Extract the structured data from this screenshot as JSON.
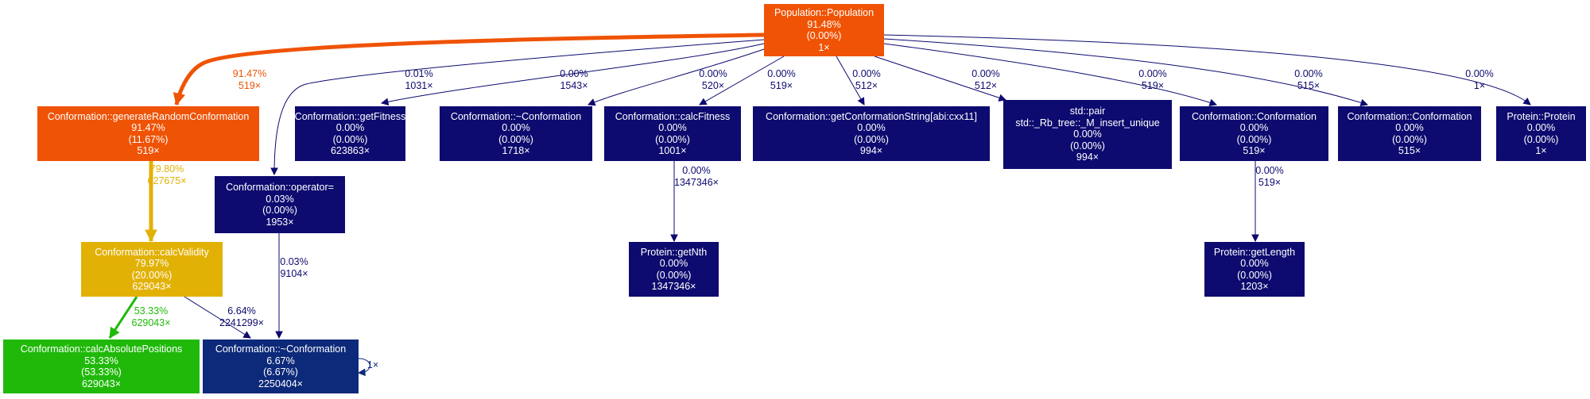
{
  "nodes": {
    "population": {
      "name": "Population::Population",
      "total": "91.48%",
      "self": "(0.00%)",
      "calls": "1×",
      "color": "#f05305"
    },
    "generate": {
      "name": "Conformation::generateRandomConformation",
      "total": "91.47%",
      "self": "(11.67%)",
      "calls": "519×",
      "color": "#ef5306"
    },
    "getFitness": {
      "name": "Conformation::getFitness",
      "total": "0.00%",
      "self": "(0.00%)",
      "calls": "623863×",
      "color": "#0d0b6f"
    },
    "dtor_top": {
      "name": "Conformation::~Conformation",
      "total": "0.00%",
      "self": "(0.00%)",
      "calls": "1718×",
      "color": "#0d0b6f"
    },
    "calcFitness": {
      "name": "Conformation::calcFitness",
      "total": "0.00%",
      "self": "(0.00%)",
      "calls": "1001×",
      "color": "#0d0b6f"
    },
    "getConfString": {
      "name": "Conformation::getConformationString[abi:cxx11]",
      "total": "0.00%",
      "self": "(0.00%)",
      "calls": "994×",
      "color": "#0d0b6f"
    },
    "stdpair": {
      "name": "std::pair",
      "name2": "std::_Rb_tree::_M_insert_unique",
      "total": "0.00%",
      "self": "(0.00%)",
      "calls": "994×",
      "color": "#0d0b6f"
    },
    "ctor1": {
      "name": "Conformation::Conformation",
      "total": "0.00%",
      "self": "(0.00%)",
      "calls": "519×",
      "color": "#0d0b6f"
    },
    "ctor2": {
      "name": "Conformation::Conformation",
      "total": "0.00%",
      "self": "(0.00%)",
      "calls": "515×",
      "color": "#0d0b6f"
    },
    "protein": {
      "name": "Protein::Protein",
      "total": "0.00%",
      "self": "(0.00%)",
      "calls": "1×",
      "color": "#0d0b6f"
    },
    "operatorEq": {
      "name": "Conformation::operator=",
      "total": "0.03%",
      "self": "(0.00%)",
      "calls": "1953×",
      "color": "#0d0b6f"
    },
    "getNth": {
      "name": "Protein::getNth",
      "total": "0.00%",
      "self": "(0.00%)",
      "calls": "1347346×",
      "color": "#0d0b6f"
    },
    "getLength": {
      "name": "Protein::getLength",
      "total": "0.00%",
      "self": "(0.00%)",
      "calls": "1203×",
      "color": "#0d0b6f"
    },
    "calcValidity": {
      "name": "Conformation::calcValidity",
      "total": "79.97%",
      "self": "(20.00%)",
      "calls": "629043×",
      "color": "#e2b106"
    },
    "calcAbsPos": {
      "name": "Conformation::calcAbsolutePositions",
      "total": "53.33%",
      "self": "(53.33%)",
      "calls": "629043×",
      "color": "#20b90a"
    },
    "dtor_bottom": {
      "name": "Conformation::~Conformation",
      "total": "6.67%",
      "self": "(6.67%)",
      "calls": "2250404×",
      "color": "#0d2979"
    }
  },
  "edges": [
    {
      "id": "pop-gen",
      "from": "population",
      "to": "generate",
      "pct": "91.47%",
      "calls": "519×",
      "color": "#ef5306"
    },
    {
      "id": "pop-opeq",
      "from": "population",
      "to": "operatorEq",
      "pct": "0.01%",
      "calls": "1031×",
      "color": "#0d0b6f"
    },
    {
      "id": "pop-getfit",
      "from": "population",
      "to": "getFitness",
      "pct": "0.00%",
      "calls": "1543×",
      "color": "#0d0b6f"
    },
    {
      "id": "pop-dtor",
      "from": "population",
      "to": "dtor_top",
      "pct": "0.00%",
      "calls": "520×",
      "color": "#0d0b6f"
    },
    {
      "id": "pop-calcfit",
      "from": "population",
      "to": "calcFitness",
      "pct": "0.00%",
      "calls": "519×",
      "color": "#0d0b6f"
    },
    {
      "id": "pop-getconf",
      "from": "population",
      "to": "getConfString",
      "pct": "0.00%",
      "calls": "512×",
      "color": "#0d0b6f"
    },
    {
      "id": "pop-stdpair",
      "from": "population",
      "to": "stdpair",
      "pct": "0.00%",
      "calls": "512×",
      "color": "#0d0b6f"
    },
    {
      "id": "pop-ctor1",
      "from": "population",
      "to": "ctor1",
      "pct": "0.00%",
      "calls": "519×",
      "color": "#0d0b6f"
    },
    {
      "id": "pop-ctor2",
      "from": "population",
      "to": "ctor2",
      "pct": "0.00%",
      "calls": "515×",
      "color": "#0d0b6f"
    },
    {
      "id": "pop-protein",
      "from": "population",
      "to": "protein",
      "pct": "0.00%",
      "calls": "1×",
      "color": "#0d0b6f"
    },
    {
      "id": "gen-valid",
      "from": "generate",
      "to": "calcValidity",
      "pct": "79.80%",
      "calls": "627675×",
      "color": "#e2b106"
    },
    {
      "id": "calcfit-getnth",
      "from": "calcFitness",
      "to": "getNth",
      "pct": "0.00%",
      "calls": "1347346×",
      "color": "#0d0b6f"
    },
    {
      "id": "ctor1-getlen",
      "from": "ctor1",
      "to": "getLength",
      "pct": "0.00%",
      "calls": "519×",
      "color": "#0d0b6f"
    },
    {
      "id": "opeq-dtor",
      "from": "operatorEq",
      "to": "dtor_bottom",
      "pct": "0.03%",
      "calls": "9104×",
      "color": "#0d0b6f"
    },
    {
      "id": "valid-abspos",
      "from": "calcValidity",
      "to": "calcAbsPos",
      "pct": "53.33%",
      "calls": "629043×",
      "color": "#20b90a"
    },
    {
      "id": "valid-dtor",
      "from": "calcValidity",
      "to": "dtor_bottom",
      "pct": "6.64%",
      "calls": "2241299×",
      "color": "#0d0b6f"
    },
    {
      "id": "dtor-self",
      "from": "dtor_bottom",
      "to": "dtor_bottom",
      "pct": "",
      "calls": "1×",
      "color": "#0d2979"
    }
  ]
}
